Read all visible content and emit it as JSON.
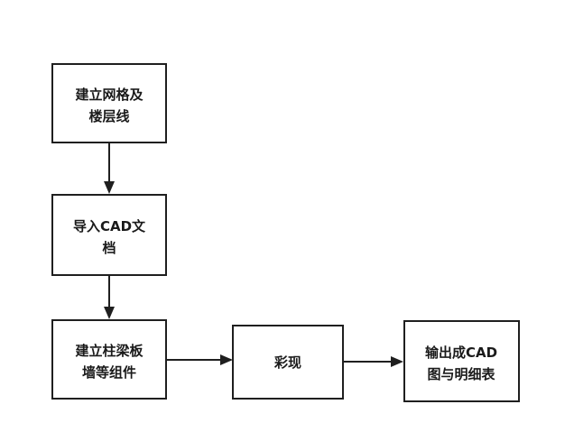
{
  "colors": {
    "background": "#ffffff",
    "stroke": "#1f1f1f",
    "text": "#1a1a1a"
  },
  "nodes": [
    {
      "id": "grid",
      "lines": [
        "建立网格及",
        "楼层线"
      ]
    },
    {
      "id": "import",
      "lines": [
        "导入CAD文",
        "档"
      ]
    },
    {
      "id": "components",
      "lines": [
        "建立柱梁板",
        "墙等组件"
      ]
    },
    {
      "id": "render",
      "lines": [
        "彩现"
      ]
    },
    {
      "id": "output",
      "lines": [
        "输出成CAD",
        "图与明细表"
      ]
    }
  ],
  "edges": [
    {
      "from": "grid",
      "to": "import"
    },
    {
      "from": "import",
      "to": "components"
    },
    {
      "from": "components",
      "to": "render"
    },
    {
      "from": "render",
      "to": "output"
    }
  ]
}
